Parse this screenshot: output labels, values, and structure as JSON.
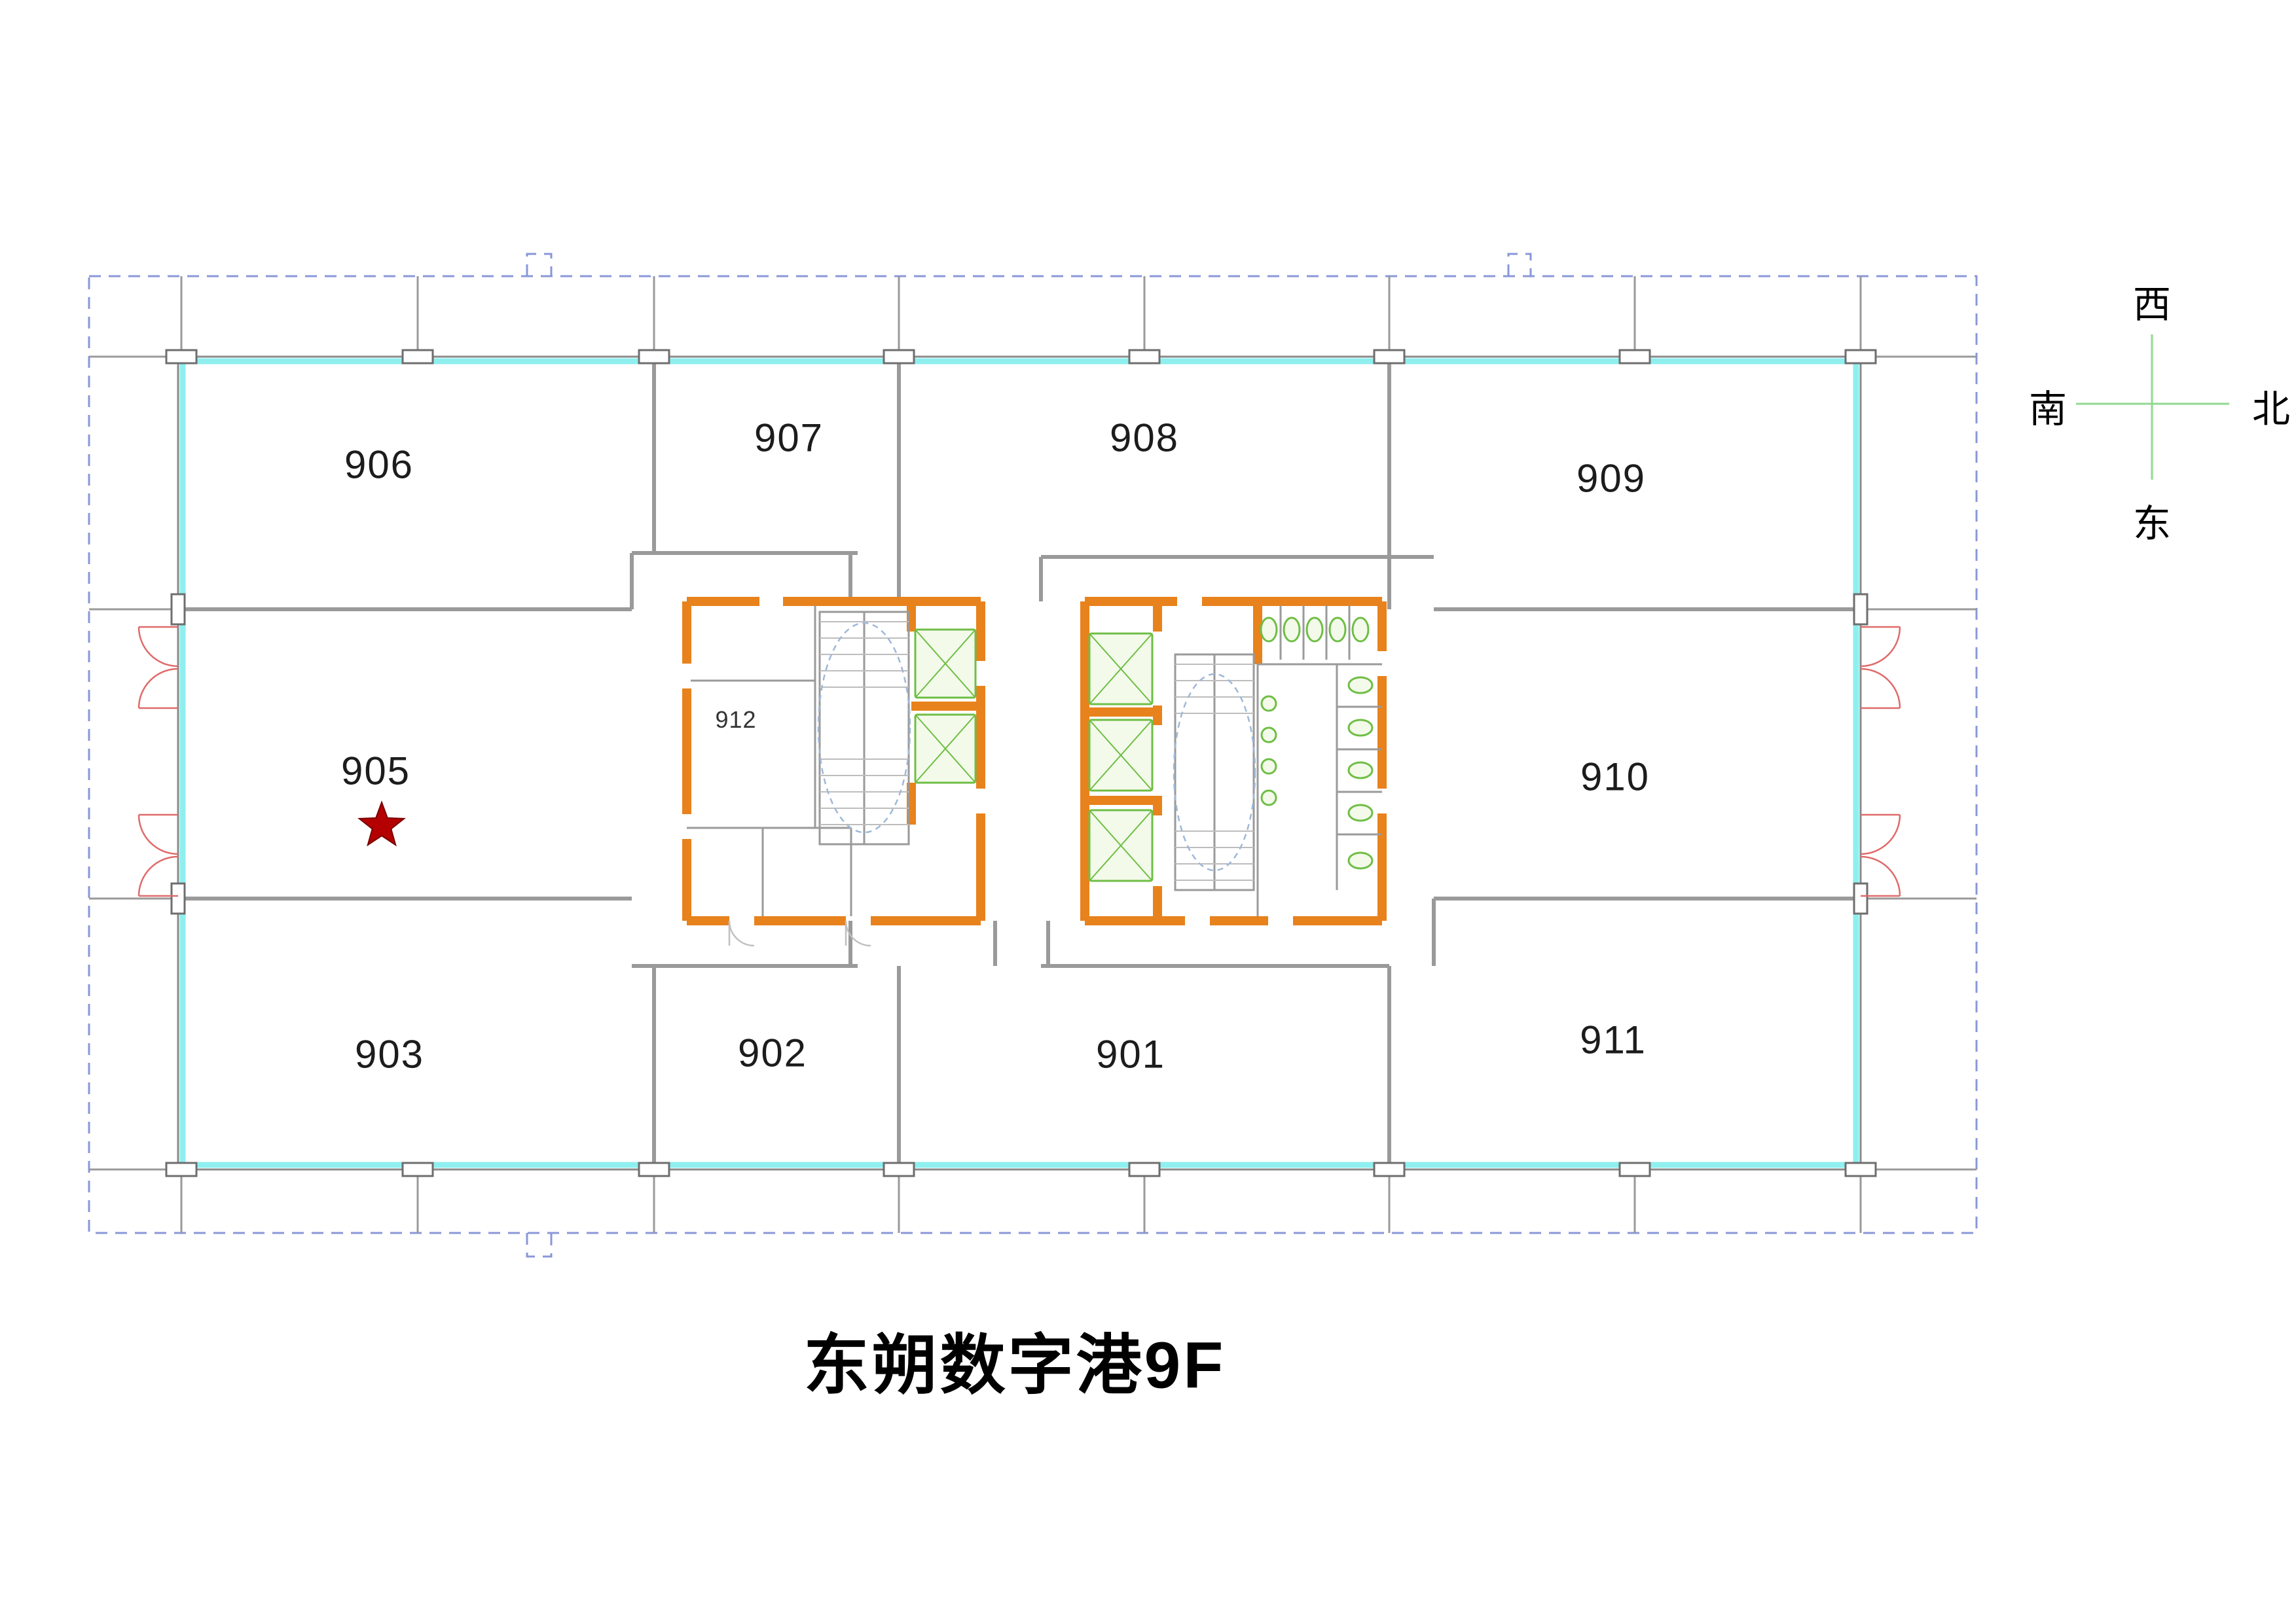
{
  "title": "东朔数字港9F",
  "compass": {
    "top": "西",
    "right": "北",
    "left": "南",
    "bottom": "东"
  },
  "rooms": [
    {
      "id": "901",
      "label": "901"
    },
    {
      "id": "902",
      "label": "902"
    },
    {
      "id": "903",
      "label": "903"
    },
    {
      "id": "905",
      "label": "905",
      "marked": true
    },
    {
      "id": "906",
      "label": "906"
    },
    {
      "id": "907",
      "label": "907"
    },
    {
      "id": "908",
      "label": "908"
    },
    {
      "id": "909",
      "label": "909"
    },
    {
      "id": "910",
      "label": "910"
    },
    {
      "id": "911",
      "label": "911"
    },
    {
      "id": "912",
      "label": "912"
    }
  ],
  "marker": {
    "type": "star",
    "room": "905",
    "color": "#b40000"
  },
  "colors": {
    "boundary_dashed": "#8a97d8",
    "curtain_wall_cyan": "#8fefef",
    "wall_gray": "#8f8f8f",
    "core_wall_orange": "#e8821c",
    "elevator_green": "#6fbe45",
    "door_red": "#e06a6a",
    "star_red": "#b40000",
    "compass_green": "#8fd98f",
    "stair_ellipse_blue": "#9fb8d8"
  }
}
